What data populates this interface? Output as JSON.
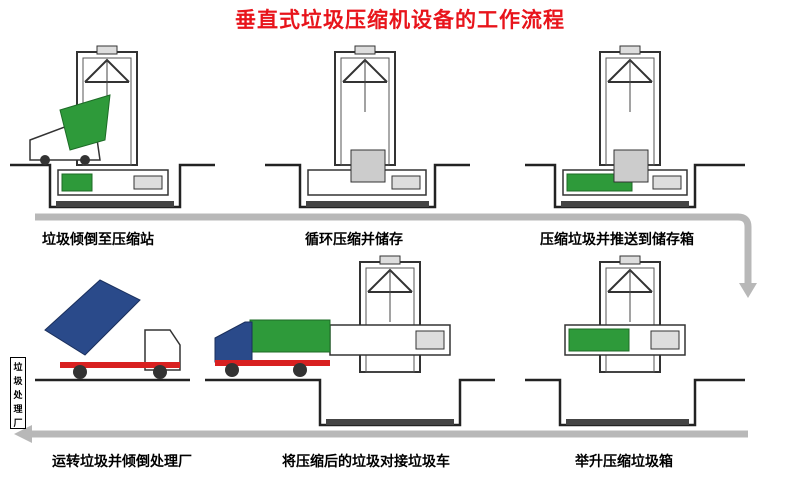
{
  "title": "垂直式垃圾压缩机设备的工作流程",
  "steps": [
    {
      "label": "垃圾倾倒至压缩站"
    },
    {
      "label": "循环压缩并储存"
    },
    {
      "label": "压缩垃圾并推送到储存箱"
    },
    {
      "label": "举升压缩垃圾箱"
    },
    {
      "label": "将压缩后的垃圾对接垃圾车"
    },
    {
      "label": "运转垃圾并倾倒处理厂"
    }
  ],
  "end_sign": "垃圾处理厂",
  "colors": {
    "title": "#e8141b",
    "container": "#2e9a3a",
    "truck_cab": "#2a4a8a",
    "truck_stripe": "#d82020",
    "arrow": "#b8b8b8"
  }
}
